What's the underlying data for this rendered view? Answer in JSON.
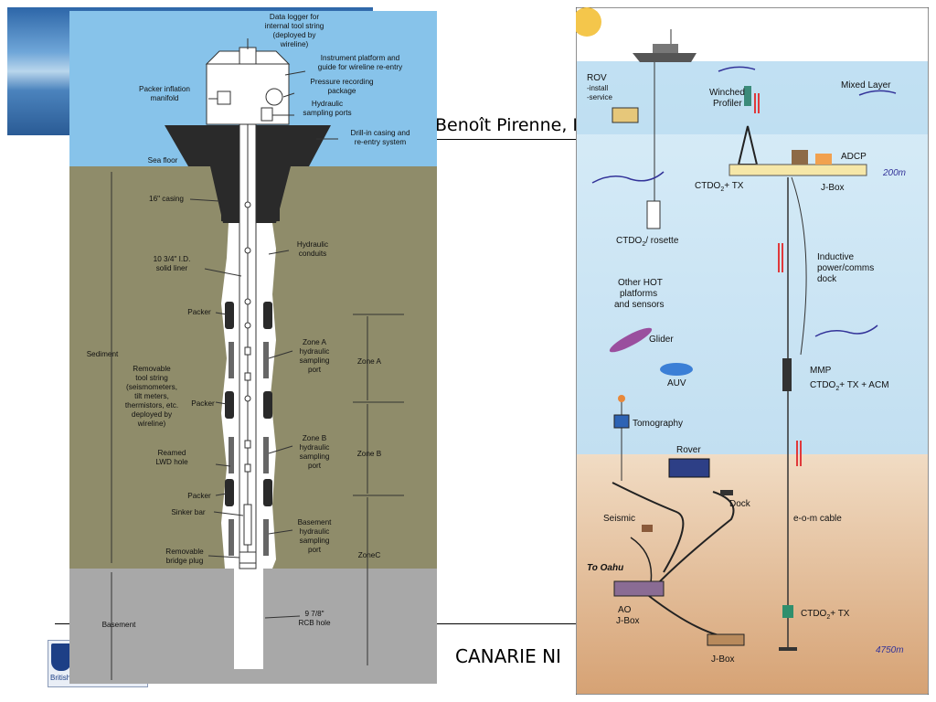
{
  "slide": {
    "authors_fragment": "Benoît Pirenne, Er",
    "footer_fragment": "CANARIE NI",
    "logo_caption": "British Columbia · Canada"
  },
  "borehole": {
    "labels": {
      "data_logger": [
        "Data logger for",
        "internal tool string",
        "(deployed by",
        "wireline)"
      ],
      "instrument_platform": [
        "Instrument platform and",
        "guide for wireline re-entry"
      ],
      "packer_inflation": [
        "Packer inflation",
        "manifold"
      ],
      "pressure_recording": [
        "Pressure recording",
        "package"
      ],
      "hydraulic_sampling_ports": [
        "Hydraulic",
        "sampling ports"
      ],
      "drill_in_casing": [
        "Drill-in casing and",
        "re-entry system"
      ],
      "sea_floor": "Sea floor",
      "casing_16": "16\" casing",
      "hydraulic_conduits": [
        "Hydraulic",
        "conduits"
      ],
      "solid_liner": [
        "10 3/4\" I.D.",
        "solid liner"
      ],
      "packer_1": "Packer",
      "packer_2": "Packer",
      "packer_3": "Packer",
      "sediment": "Sediment",
      "removable_tool_string": [
        "Removable",
        "tool string",
        "(seismometers,",
        "tilt meters,",
        "thermistors, etc.",
        "deployed by",
        "wireline)"
      ],
      "zone_a_port": [
        "Zone A",
        "hydraulic",
        "sampling",
        "port"
      ],
      "zone_a": "Zone A",
      "reamed_hole": [
        "Reamed",
        "LWD hole"
      ],
      "zone_b_port": [
        "Zone B",
        "hydraulic",
        "sampling",
        "port"
      ],
      "zone_b": "Zone B",
      "sinker_bar": "Sinker bar",
      "basement_port": [
        "Basement",
        "hydraulic",
        "sampling",
        "port"
      ],
      "zone_c": "ZoneC",
      "bridge_plug": [
        "Removable",
        "bridge plug"
      ],
      "basement": "Basement",
      "rcb_hole": [
        "9 7/8\"",
        "RCB hole"
      ]
    },
    "colors": {
      "sky": "#87c3ea",
      "sediment": "#8f8c6a",
      "basement": "#a8a8a8",
      "cap": "#2a2a2a"
    }
  },
  "observatory": {
    "labels": {
      "rov": "ROV",
      "rov_sub1": "-install",
      "rov_sub2": "-service",
      "winched_profiler": [
        "Winched",
        "Profiler"
      ],
      "mixed_layer": "Mixed Layer",
      "adcp": "ADCP",
      "depth_200": "200m",
      "ctdo_tx": "CTDO",
      "ctdo_tx_sub": "2",
      "ctdo_tx_rest": "+ TX",
      "jbox_top": "J-Box",
      "ctdo_rosette": "CTDO",
      "ctdo_rosette_sub": "2",
      "ctdo_rosette_rest": "/ rosette",
      "inductive": [
        "Inductive",
        "power/comms",
        "dock"
      ],
      "other_hot": [
        "Other HOT",
        "platforms",
        "and sensors"
      ],
      "glider": "Glider",
      "auv": "AUV",
      "mmp": "MMP",
      "mmp_ctdo": "CTDO",
      "mmp_ctdo_sub": "2",
      "mmp_ctdo_rest": "+ TX + ACM",
      "tomography": "Tomography",
      "rover": "Rover",
      "dock": "Dock",
      "seismic": "Seismic",
      "e_o_m": "e-o-m cable",
      "to_oahu": "To Oahu",
      "ao_jbox": [
        "AO",
        "J-Box"
      ],
      "ctdo_bottom": "CTDO",
      "ctdo_bottom_sub": "2",
      "ctdo_bottom_rest": "+ TX",
      "jbox_bottom": "J-Box",
      "depth_4750": "4750m"
    },
    "colors": {
      "sky": "#ffffff",
      "water_top": "#d6ebf7",
      "water": "#c4e0f2",
      "seafloor": "#e9cfae",
      "deep": "#d9a67a",
      "arrow_red": "#e0383a",
      "wave_blue": "#333399"
    }
  }
}
